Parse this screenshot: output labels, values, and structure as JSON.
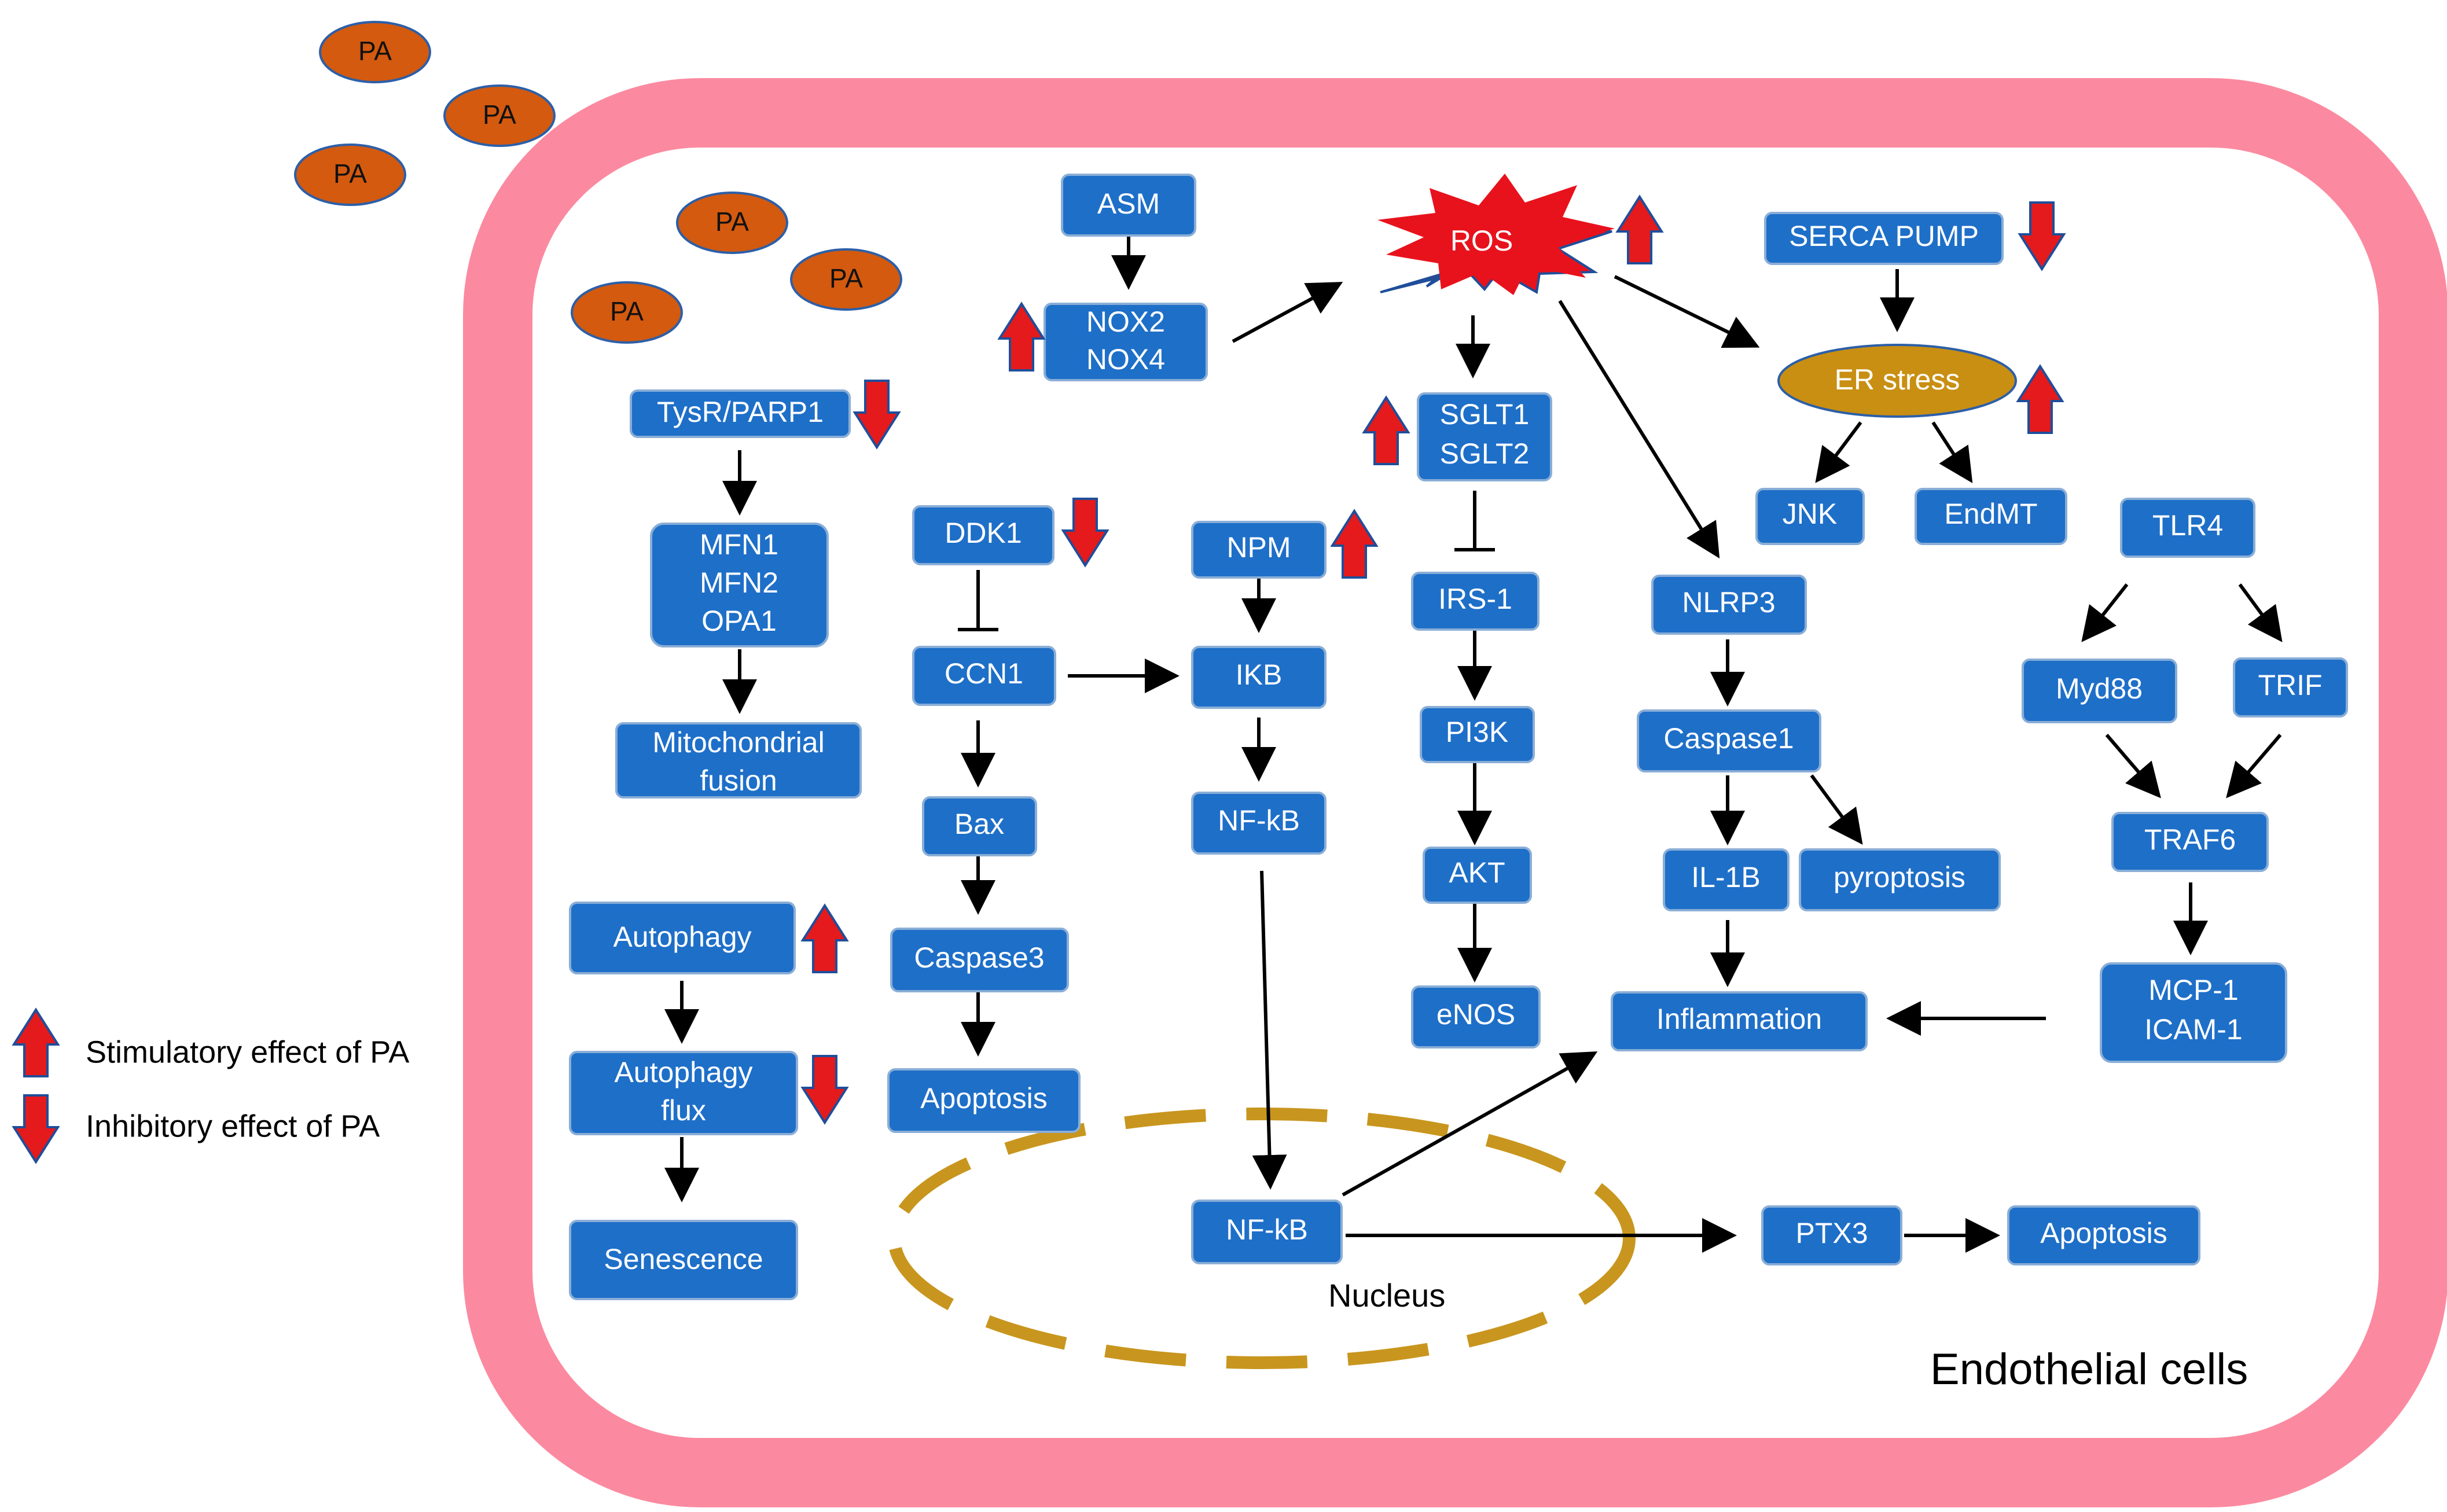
{
  "colors": {
    "membrane": "#fb8aa0",
    "node_fill": "#1e6fc8",
    "pa_fill": "#d35a0f",
    "er_fill": "#c98f12",
    "nucleus_border": "#c8961e",
    "ros_fill": "#e8121c",
    "arrow_red": "#e41a1c",
    "arrow_outline": "#1f4e9a"
  },
  "cell_label": "Endothelial cells",
  "nucleus_label": "Nucleus",
  "legend": {
    "stimulatory": "Stimulatory effect of PA",
    "inhibitory": "Inhibitory effect of PA"
  },
  "pa_labels": [
    "PA",
    "PA",
    "PA",
    "PA",
    "PA",
    "PA"
  ],
  "nodes": {
    "tysr_parp1": "TysR/PARP1",
    "mfn": [
      "MFN1",
      "MFN2",
      "OPA1"
    ],
    "mito_fusion": [
      "Mitochondrial",
      "fusion"
    ],
    "autophagy": "Autophagy",
    "autophagy_flux": [
      "Autophagy",
      "flux"
    ],
    "senescence": "Senescence",
    "asm": "ASM",
    "nox": [
      "NOX2",
      "NOX4"
    ],
    "ddk1": "DDK1",
    "ccn1": "CCN1",
    "bax": "Bax",
    "caspase3": "Caspase3",
    "apoptosis1": "Apoptosis",
    "npm": "NPM",
    "ikb": "IKB",
    "nfkb1": "NF-kB",
    "nfkb2": "NF-kB",
    "ros": "ROS",
    "sglt": [
      "SGLT1",
      "SGLT2"
    ],
    "irs1": "IRS-1",
    "pi3k": "PI3K",
    "akt": "AKT",
    "enos": "eNOS",
    "nlrp3": "NLRP3",
    "caspase1": "Caspase1",
    "il1b": "IL-1B",
    "pyroptosis": "pyroptosis",
    "inflammation": "Inflammation",
    "serca": "SERCA PUMP",
    "er_stress": "ER stress",
    "jnk": "JNK",
    "endmt": "EndMT",
    "tlr4": "TLR4",
    "myd88": "Myd88",
    "trif": "TRIF",
    "traf6": "TRAF6",
    "mcp": [
      "MCP-1",
      "ICAM-1"
    ],
    "ptx3": "PTX3",
    "apoptosis2": "Apoptosis"
  }
}
